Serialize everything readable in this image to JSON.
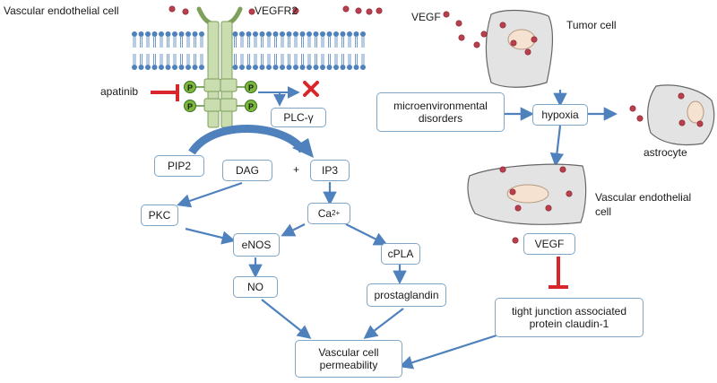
{
  "labels": {
    "vascular_endothelial_cell_top": "Vascular endothelial cell",
    "vegfr2": "VEGFR2",
    "vegf_top": "VEGF",
    "tumor_cell": "Tumor cell",
    "apatinib": "apatinib",
    "phospho": "P",
    "astrocyte": "astrocyte",
    "vascular_endothelial_cell_right_line1": "Vascular endothelial",
    "vascular_endothelial_cell_right_line2": "cell",
    "plus": "+"
  },
  "nodes": {
    "plc": "PLC-γ",
    "pip2": "PIP2",
    "dag": "DAG",
    "ip3": "IP3",
    "ca_base": "Ca",
    "ca_sup": "2+",
    "pkc": "PKC",
    "enos": "eNOS",
    "cpla": "cPLA",
    "no": "NO",
    "prostaglandin": "prostaglandin",
    "permeability_line1": "Vascular cell",
    "permeability_line2": "permeability",
    "micro_line1": "microenvironmental",
    "micro_line2": "disorders",
    "hypoxia": "hypoxia",
    "vegf_box": "VEGF",
    "claudin_line1": "tight junction associated",
    "claudin_line2": "protein claudin-1"
  },
  "colors": {
    "arrow": "#4f81bd",
    "inhibit": "#d9262b",
    "receptor_fill": "#c9ddb0",
    "receptor_stroke": "#7da05a",
    "phospho_fill": "#7ab83c",
    "vegf_dot": "#b8404e",
    "cell_fill": "#e3e3e3",
    "nucleus_fill": "#f6e2d0",
    "box_border": "#7fa6c6"
  }
}
